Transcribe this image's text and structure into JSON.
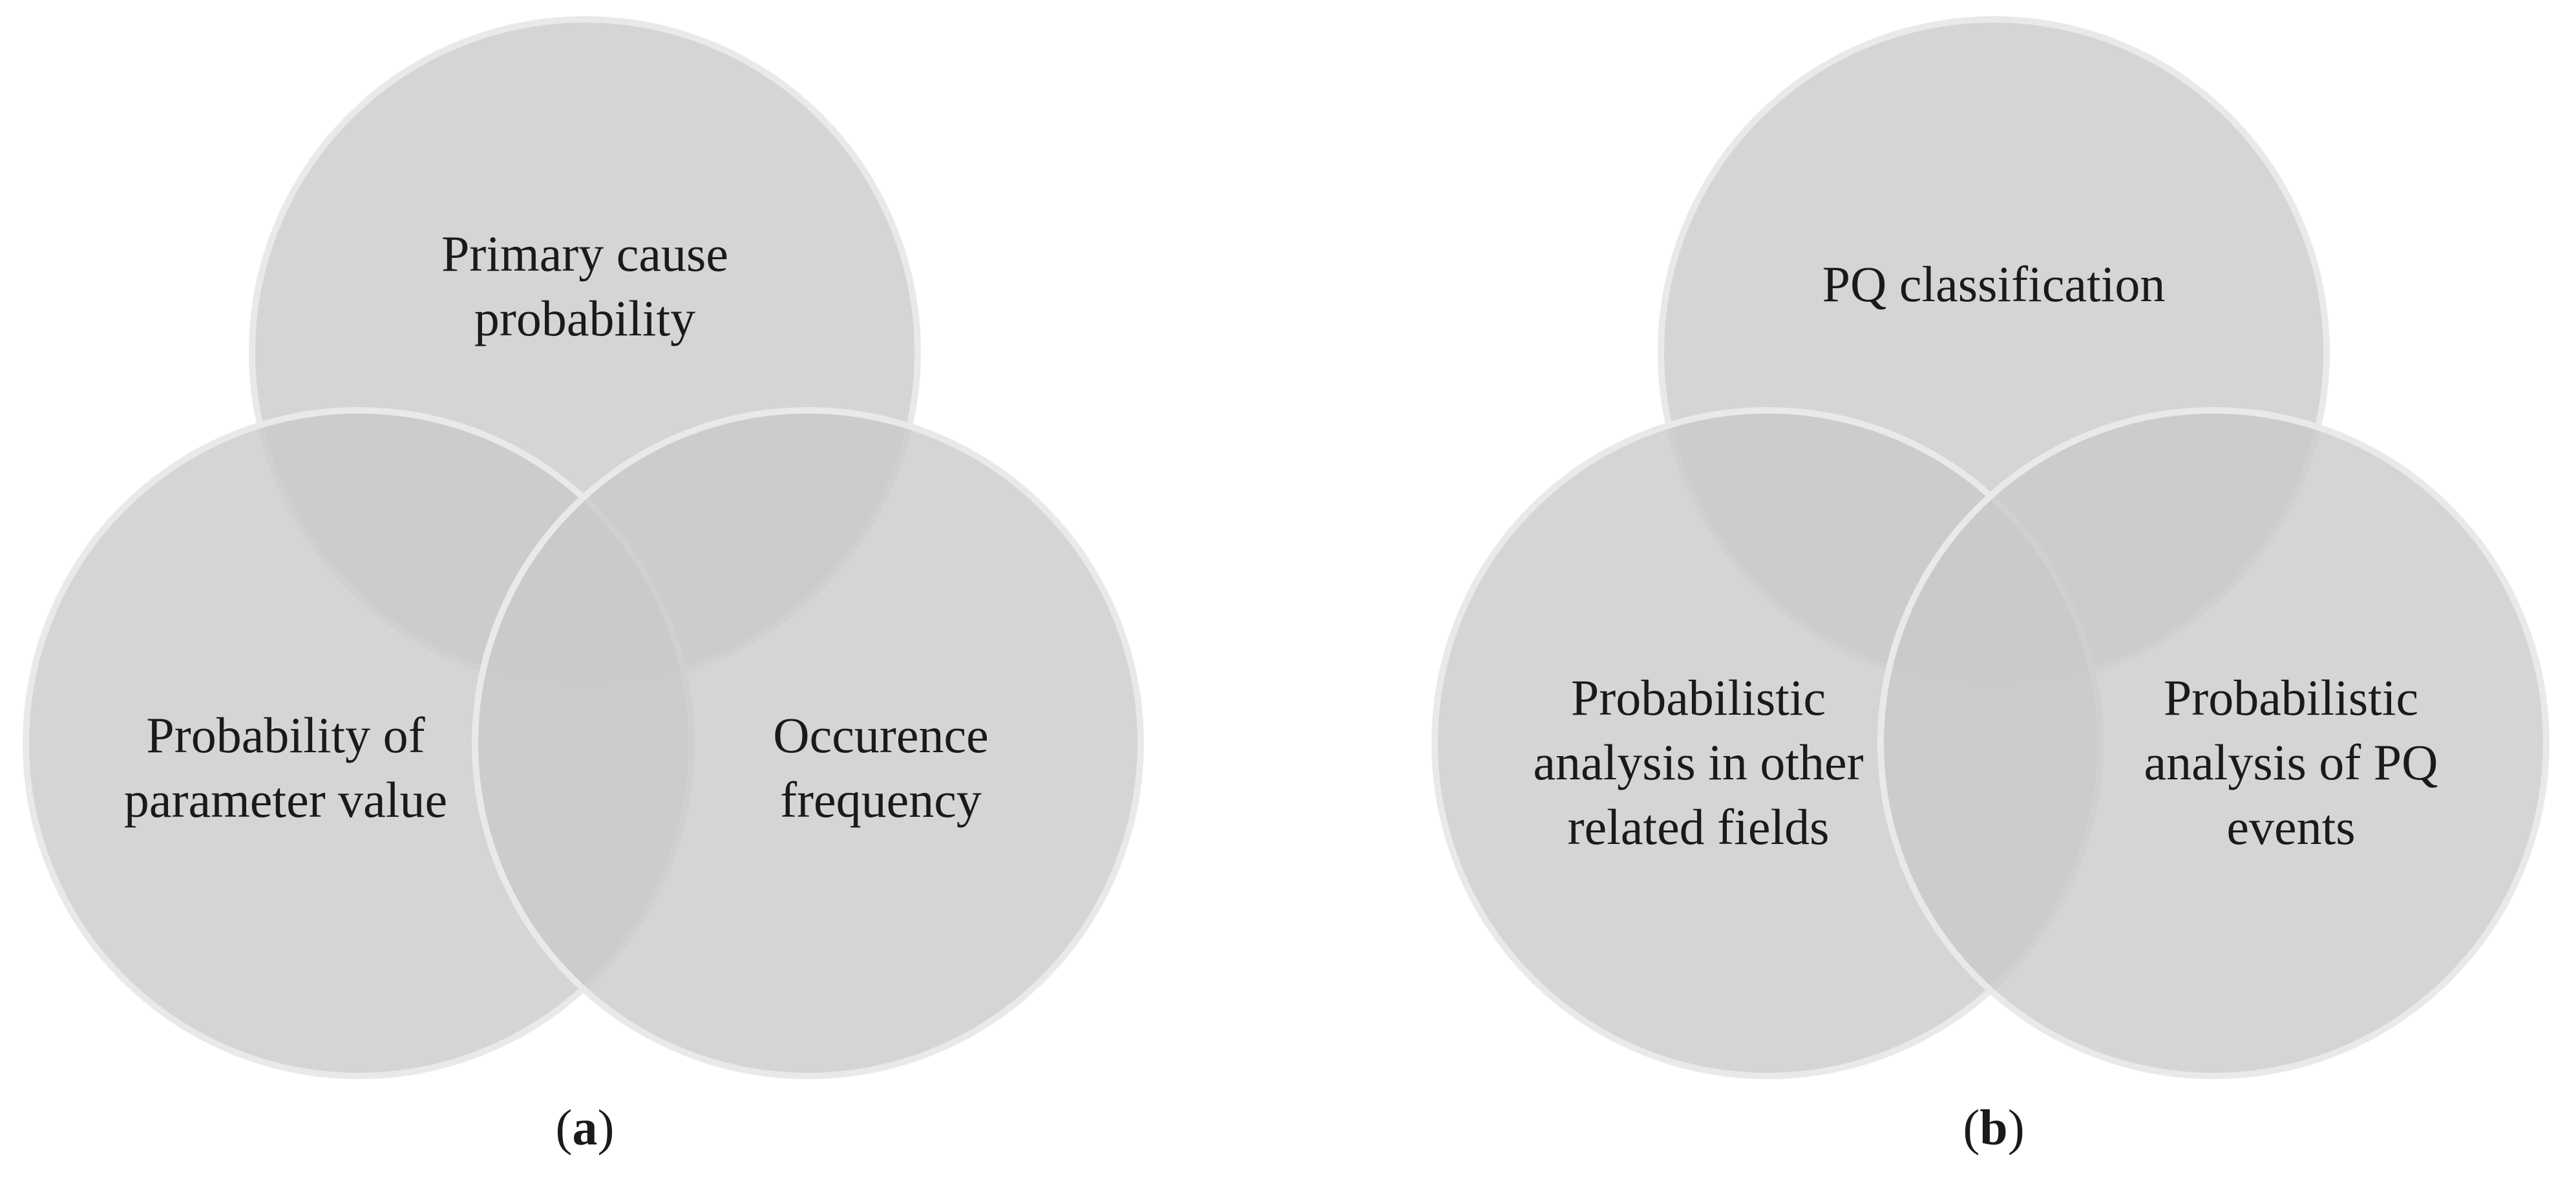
{
  "panel_a": {
    "top": [
      "Primary cause",
      "probability"
    ],
    "left": [
      "Probability of",
      "parameter value"
    ],
    "right": [
      "Occurence",
      "frequency"
    ],
    "caption_letter": "a"
  },
  "panel_b": {
    "top": [
      "PQ classification"
    ],
    "left": [
      "Probabilistic",
      "analysis in other",
      "related fields"
    ],
    "right": [
      "Probabilistic",
      "analysis of PQ",
      "events"
    ],
    "caption_letter": "b"
  },
  "colors": {
    "circle_fill": "#c9c9c9",
    "circle_stroke": "#e9e9e9"
  }
}
